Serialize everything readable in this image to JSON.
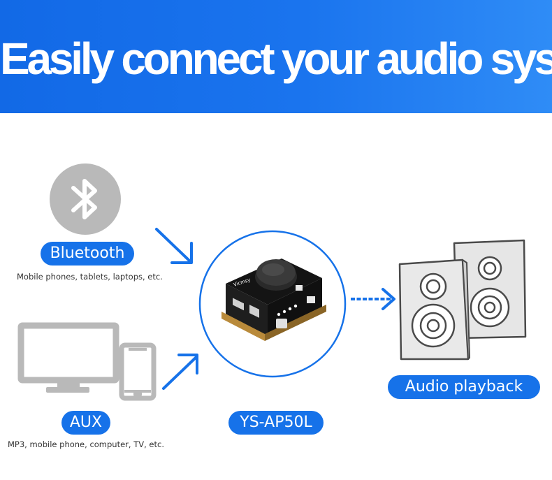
{
  "header": {
    "title": "Easily connect your audio system"
  },
  "bluetooth": {
    "label": "Bluetooth",
    "caption": "Mobile phones, tablets, laptops, etc.",
    "icon": "bluetooth-icon"
  },
  "aux": {
    "label": "AUX",
    "caption": "MP3, mobile phone, computer, TV, etc.",
    "icon": "monitor-phone-icon"
  },
  "amplifier": {
    "label": "YS-AP50L",
    "board_logo": "Vicmsy"
  },
  "output": {
    "label": "Audio playback",
    "icon": "speakers-icon"
  },
  "colors": {
    "accent": "#1672e9",
    "header_start": "#1269e6",
    "header_end": "#2f8cf6",
    "icon_gray": "#b8b8b8",
    "speaker_face": "#e9e9e9",
    "speaker_line": "#4a4a4a"
  }
}
